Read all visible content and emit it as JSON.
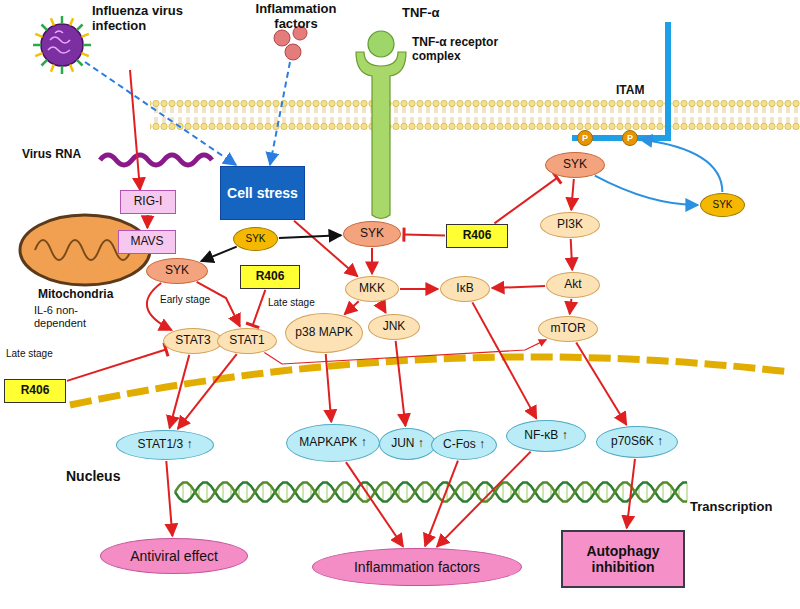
{
  "diagram": {
    "nodes": [
      {
        "text": [
          "RIG-I"
        ]
      },
      {
        "text": [
          "MAVS"
        ]
      },
      {
        "text": [
          "Cell stress"
        ]
      },
      {
        "text": [
          "SYK"
        ]
      },
      {
        "text": [
          "SYK"
        ]
      },
      {
        "text": [
          "R406"
        ]
      },
      {
        "text": [
          "SYK"
        ]
      },
      {
        "text": [
          "P"
        ]
      },
      {
        "text": [
          "P"
        ]
      },
      {
        "text": [
          "SYK"
        ]
      },
      {
        "text": [
          "SYK"
        ]
      },
      {
        "text": [
          "R406"
        ]
      },
      {
        "text": [
          "MKK"
        ]
      },
      {
        "text": [
          "PI3K"
        ]
      },
      {
        "text": [
          "IκB"
        ]
      },
      {
        "text": [
          "p38 MAPK"
        ]
      },
      {
        "text": [
          "JNK"
        ]
      },
      {
        "text": [
          "Akt"
        ]
      },
      {
        "text": [
          "STAT3"
        ]
      },
      {
        "text": [
          "STAT1"
        ]
      },
      {
        "text": [
          "mTOR"
        ]
      },
      {
        "text": [
          "R406"
        ]
      },
      {
        "text": [
          "STAT1/3 ↑"
        ]
      },
      {
        "text": [
          "MAPKAPK ↑"
        ]
      },
      {
        "text": [
          "JUN ↑"
        ]
      },
      {
        "text": [
          "C-Fos ↑"
        ]
      },
      {
        "text": [
          "NF-κB ↑"
        ]
      },
      {
        "text": [
          "p70S6K ↑"
        ]
      },
      {
        "text": [
          "Antiviral effect"
        ]
      },
      {
        "text": [
          "Inflammation factors"
        ]
      },
      {
        "text": [
          "Autophagy inhibition"
        ]
      }
    ],
    "edges": [
      {
        "from": 0,
        "to": 1,
        "arrow": "to"
      },
      {
        "from": 2,
        "to": 12,
        "arrow": "to"
      },
      {
        "from": 3,
        "to": 4,
        "arrow": "to"
      },
      {
        "from": 3,
        "to": 10,
        "arrow": "to"
      },
      {
        "from": 4,
        "to": 12,
        "arrow": "to"
      },
      {
        "from": 5,
        "to": 4,
        "arrow": "to"
      },
      {
        "from": 5,
        "to": 6,
        "arrow": "to"
      },
      {
        "from": 6,
        "to": 13,
        "arrow": "to"
      },
      {
        "from": 6,
        "to": 9,
        "arrow": "to"
      },
      {
        "from": 9,
        "to": 8,
        "arrow": "to"
      },
      {
        "from": 13,
        "to": 17,
        "arrow": "to"
      },
      {
        "from": 17,
        "to": 14,
        "arrow": "to"
      },
      {
        "from": 17,
        "to": 20,
        "arrow": "to"
      },
      {
        "from": 12,
        "to": 15,
        "arrow": "to"
      },
      {
        "from": 12,
        "to": 16,
        "arrow": "to"
      },
      {
        "from": 12,
        "to": 14,
        "arrow": "to"
      },
      {
        "from": 14,
        "to": 26,
        "arrow": "to"
      },
      {
        "from": 10,
        "to": 18,
        "arrow": "to"
      },
      {
        "from": 10,
        "to": 19,
        "arrow": "to"
      },
      {
        "from": 11,
        "to": 19,
        "arrow": "to"
      },
      {
        "from": 21,
        "to": 18,
        "arrow": "to"
      },
      {
        "from": 18,
        "to": 22,
        "arrow": "to"
      },
      {
        "from": 19,
        "to": 22,
        "arrow": "to"
      },
      {
        "from": 19,
        "to": 20,
        "arrow": "to"
      },
      {
        "from": 15,
        "to": 23,
        "arrow": "to"
      },
      {
        "from": 16,
        "to": 24,
        "arrow": "to"
      },
      {
        "from": 20,
        "to": 27,
        "arrow": "to"
      },
      {
        "from": 22,
        "to": 28,
        "arrow": "to"
      },
      {
        "from": 23,
        "to": 29,
        "arrow": "to"
      },
      {
        "from": 25,
        "to": 29,
        "arrow": "to"
      },
      {
        "from": 26,
        "to": 29,
        "arrow": "to"
      },
      {
        "from": 27,
        "to": 30,
        "arrow": "to"
      }
    ],
    "labels": [
      "Influenza virus infection",
      "Inflammation factors",
      "TNF-α",
      "TNF-α receptor complex",
      "ITAM",
      "Virus RNA",
      "Mitochondria",
      "IL-6 non-dependent",
      "Early stage",
      "Late stage",
      "Late stage",
      "Nucleus",
      "Transcription"
    ]
  }
}
